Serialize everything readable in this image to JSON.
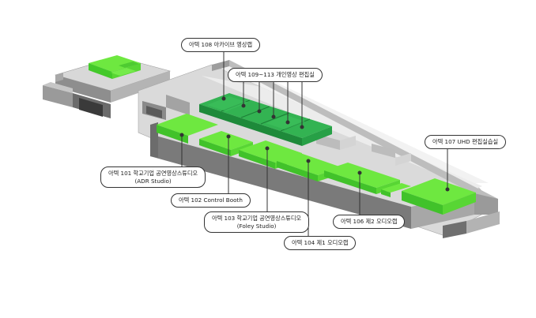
{
  "colors": {
    "accent_green": "#5fe03a",
    "dark_green": "#2fb34a",
    "wall_gray": "#8c8c8c",
    "floor_gray": "#cfcfcf",
    "label_border": "#333333"
  },
  "labels": {
    "room_108": "아텍 108 아카이브 영상랩",
    "room_109_113": "아텍 109~113 개인영상 편집실",
    "room_107": "아텍 107 UHD 편집실습실",
    "room_101": "아텍 101 학교기업 공연영상스튜디오",
    "room_101_sub": "(ADR Studio)",
    "room_102": "아텍 102 Control Booth",
    "room_103": "아텍 103 학교기업 공연영상스튜디오",
    "room_103_sub": "(Foley Studio)",
    "room_104": "아텍 104 제1 오디오랩",
    "room_106": "아텍 106 제2 오디오랩"
  }
}
